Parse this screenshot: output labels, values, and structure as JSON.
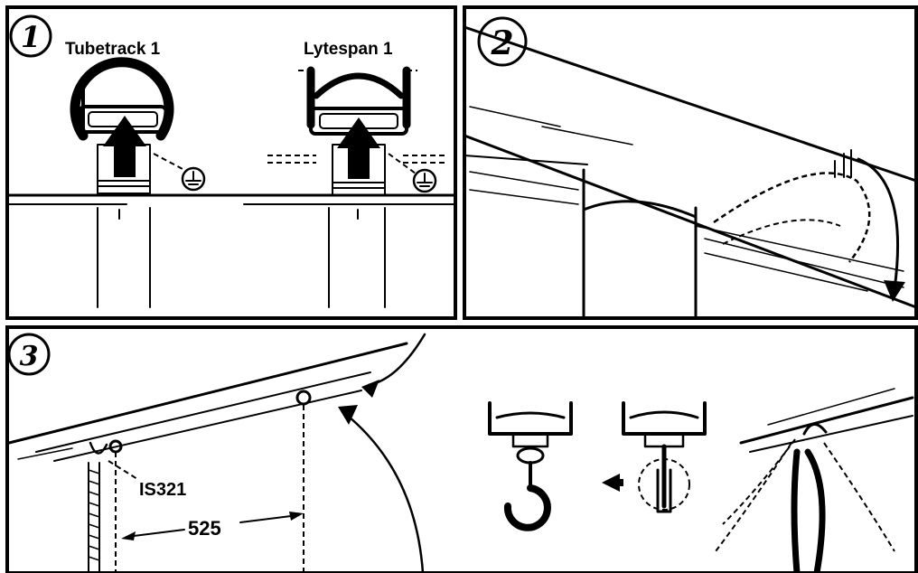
{
  "panels": [
    {
      "step": "1",
      "labels": {
        "left": "Tubetrack 1",
        "right": "Lytespan 1"
      }
    },
    {
      "step": "2"
    },
    {
      "step": "3",
      "labels": {
        "code": "IS321",
        "dimension": "525"
      }
    }
  ]
}
